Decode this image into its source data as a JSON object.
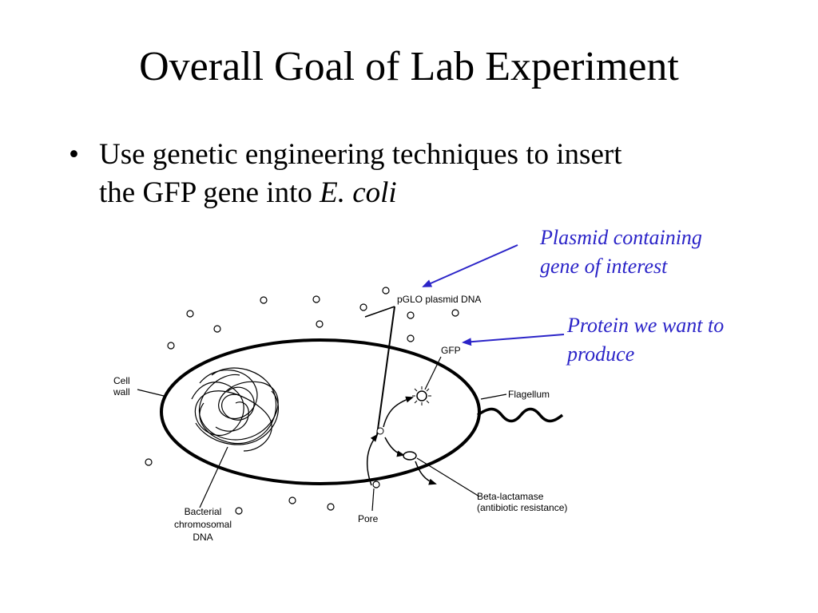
{
  "slide": {
    "title": "Overall Goal of Lab Experiment",
    "bullet": {
      "symbol": "•",
      "text_line1": "Use genetic engineering techniques to insert",
      "text_line2_prefix": "the GFP gene into ",
      "text_line2_italic": "E. coli"
    }
  },
  "annotations": {
    "plasmid_note": [
      "Plasmid containing",
      "gene of interest"
    ],
    "protein_note": [
      "Protein we want to",
      "produce"
    ],
    "color": "#2b24c8"
  },
  "diagram": {
    "labels": {
      "cell_wall": [
        "Cell",
        "wall"
      ],
      "pglo": "pGLO plasmid DNA",
      "gfp": "GFP",
      "flagellum": "Flagellum",
      "beta_lactamase": [
        "Beta-lactamase",
        "(antibiotic resistance)"
      ],
      "pore": "Pore",
      "bacterial_dna": [
        "Bacterial",
        "chromosomal",
        "DNA"
      ]
    }
  }
}
